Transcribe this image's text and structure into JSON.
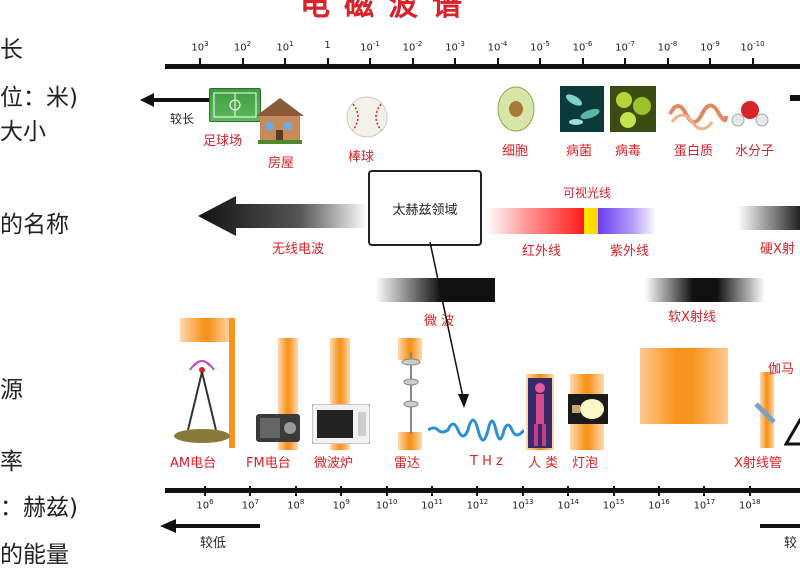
{
  "title": "电磁波谱",
  "left_labels": [
    "长",
    "位：米)",
    "大小",
    "的名称",
    "源",
    "率",
    "：赫兹)",
    "的能量"
  ],
  "top_axis": {
    "ticks": [
      "10^3",
      "10^2",
      "10^1",
      "1",
      "10^-1",
      "10^-2",
      "10^-3",
      "10^-4",
      "10^-5",
      "10^-6",
      "10^-7",
      "10^-8",
      "10^-9",
      "10^-10"
    ],
    "left_arrow_label": "较长"
  },
  "bottom_axis": {
    "ticks": [
      "10^6",
      "10^7",
      "10^8",
      "10^9",
      "10^10",
      "10^11",
      "10^12",
      "10^13",
      "10^14",
      "10^15",
      "10^16",
      "10^17",
      "10^18"
    ],
    "left_arrow_label": "较低",
    "right_arrow_label": "较"
  },
  "size_objects": [
    "足球场",
    "房屋",
    "棒球",
    "细胞",
    "病菌",
    "病毒",
    "蛋白质",
    "水分子"
  ],
  "wave_names": {
    "radio": "无线电波",
    "visible": "可视光线",
    "infrared": "红外线",
    "ultraviolet": "紫外线",
    "hard_xray": "硬X射",
    "microwave": "微 波",
    "soft_xray": "软X射线",
    "terahertz_box": "太赫兹领域"
  },
  "sources": [
    "AM电台",
    "FM电台",
    "微波炉",
    "雷达",
    "T H z",
    "人 类",
    "灯泡",
    "X射线管",
    "伽马"
  ],
  "colors": {
    "accent_red": "#d8232a",
    "orange": "#f7941d",
    "wave_blue": "#2a8fd6"
  }
}
